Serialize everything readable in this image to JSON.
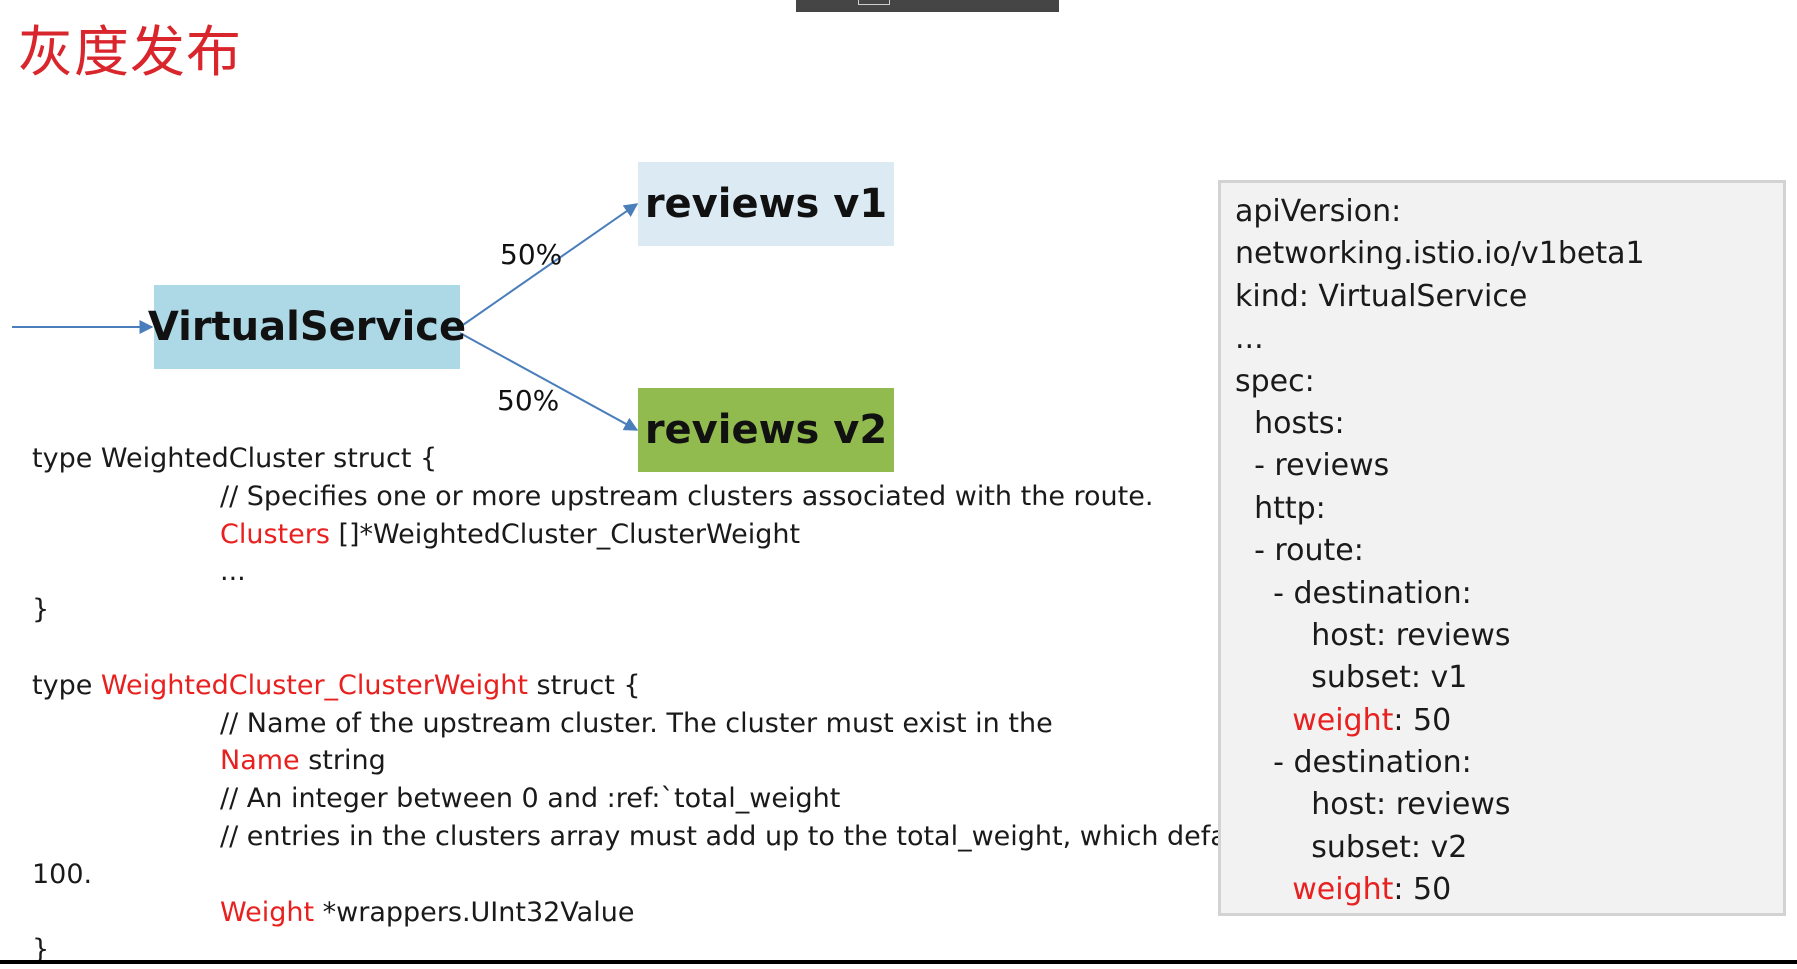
{
  "slide": {
    "title": "灰度发布"
  },
  "diagram": {
    "source_label": "VirtualService",
    "target_v1_label": "reviews v1",
    "target_v2_label": "reviews v2",
    "weight_v1_label": "50%",
    "weight_v2_label": "50%",
    "colors": {
      "virtualservice_fill": "#add8e6",
      "v1_fill": "#dbeaf3",
      "v2_fill": "#92bb4f",
      "arrow": "#4a7ebb"
    }
  },
  "code": {
    "struct1_open": "type WeightedCluster struct {",
    "struct1_comment": "// Specifies one or more upstream clusters associated with the route.",
    "struct1_field_name": "Clusters",
    "struct1_field_type": " []*WeightedCluster_ClusterWeight",
    "struct1_ellipsis": "...",
    "struct1_close": "}",
    "struct2_prefix": "type ",
    "struct2_name": "WeightedCluster_ClusterWeight",
    "struct2_suffix": " struct {",
    "struct2_comment1": "// Name of the upstream cluster. The cluster must exist in the",
    "struct2_field1_name": "Name",
    "struct2_field1_type": " string",
    "struct2_comment2": "// An integer between 0 and :ref:`total_weight",
    "struct2_comment3": "// entries in the clusters array must add up to the total_weight, which defaults to",
    "struct2_comment3_wrap": "100.",
    "struct2_field2_name": "Weight",
    "struct2_field2_type": " *wrappers.UInt32Value",
    "struct2_close": "}",
    "highlight_color": "#e8201f"
  },
  "yaml": {
    "l1": "apiVersion:",
    "l2": "networking.istio.io/v1beta1",
    "l3": "kind: VirtualService",
    "l4": "...",
    "l5": "spec:",
    "l6": "  hosts:",
    "l7": "  - reviews",
    "l8": "  http:",
    "l9": "  - route:",
    "l10": "    - destination:",
    "l11": "        host: reviews",
    "l12": "        subset: v1",
    "l13_key": "weight",
    "l13_val": ": 50",
    "l14": "    - destination:",
    "l15": "        host: reviews",
    "l16": "        subset: v2",
    "l17_key": "weight",
    "l17_val": ": 50"
  }
}
